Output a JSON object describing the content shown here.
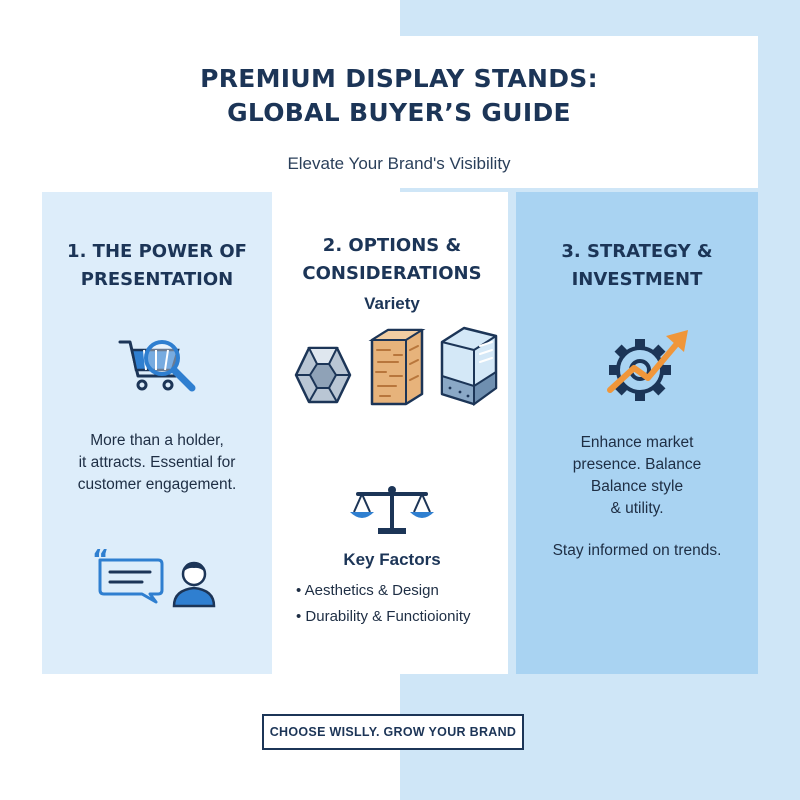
{
  "header": {
    "title_line1": "PREMIUM DISPLAY STANDS:",
    "title_line2": "GLOBAL BUYER’S GUIDE",
    "subtitle": "Elevate Your Brand's Visibility"
  },
  "columns": [
    {
      "title_line1": "1. THE POWER OF",
      "title_line2": "PRESENTATION",
      "text_lines": [
        "More than a holder,",
        "it attracts. Essential for",
        "customer engagement."
      ],
      "icons": [
        "shopping-cart-magnifier-icon",
        "speech-bubble-icon",
        "user-icon"
      ]
    },
    {
      "title_line1": "2. OPTIONS &",
      "title_line2": "CONSIDERATIONS",
      "variety_label": "Variety",
      "key_factors_label": "Key Factors",
      "factors": [
        "Aesthetics & Design",
        "Durability & Functioionity"
      ],
      "icons": [
        "metal-cube-icon",
        "wood-cube-icon",
        "glass-cube-icon",
        "balance-scale-icon"
      ]
    },
    {
      "title_line1": "3. STRATEGY &",
      "title_line2": "INVESTMENT",
      "text_lines": [
        "Enhance market",
        "presence. Balance",
        "Balance style",
        "& utility."
      ],
      "extra_text": "Stay informed on trends.",
      "icons": [
        "gear-growth-arrow-icon"
      ]
    }
  ],
  "footer": {
    "button_label": "CHOOSE WISLLY. GROW YOUR BRAND"
  },
  "colors": {
    "navy": "#1c3557",
    "accent_blue": "#2f7fd0",
    "orange": "#f0963a",
    "panel_left": "#ddedfa",
    "panel_right": "#a9d3f2"
  }
}
